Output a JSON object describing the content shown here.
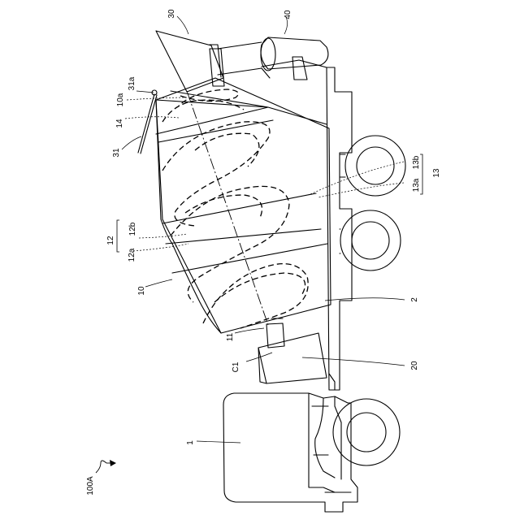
{
  "labels": {
    "l_100A": "100A",
    "l_1": "1",
    "l_2": "2",
    "l_10": "10",
    "l_10a": "10a",
    "l_11": "11",
    "l_12": "12",
    "l_12a": "12a",
    "l_12b": "12b",
    "l_13": "13",
    "l_13a": "13a",
    "l_13b": "13b",
    "l_14": "14",
    "l_20": "20",
    "l_30": "30",
    "l_31": "31",
    "l_31a": "31a",
    "l_40": "40",
    "l_C1": "C1"
  }
}
